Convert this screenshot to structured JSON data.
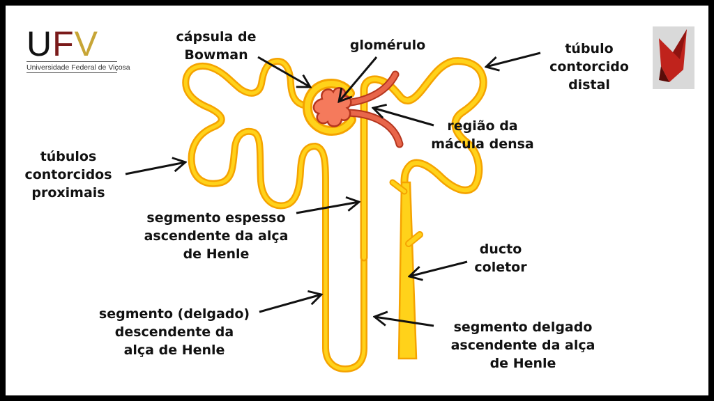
{
  "logo": {
    "u": "U",
    "f": "F",
    "v": "V",
    "subtitle": "Universidade Federal de Viçosa"
  },
  "colors": {
    "tubule_outer": "#F5A300",
    "tubule_inner": "#FFD21A",
    "vessel": "#E8664A",
    "vessel_edge": "#B5361F",
    "glomerulus": "#F57A5C",
    "u": "#111111",
    "f": "#7A1A1A",
    "v": "#C7A536"
  },
  "labels": {
    "bowman": [
      "cápsula de",
      "Bowman"
    ],
    "glomerulo": [
      "glomérulo"
    ],
    "distal": [
      "túbulo",
      "contorcido",
      "distal"
    ],
    "macula": [
      "região da",
      "mácula densa"
    ],
    "proximal": [
      "túbulos",
      "contorcidos",
      "proximais"
    ],
    "espesso": [
      "segmento espesso",
      "ascendente da alça",
      "de Henle"
    ],
    "ducto": [
      "ducto",
      "coletor"
    ],
    "descendente": [
      "segmento (delgado)",
      "descendente da",
      "alça de Henle"
    ],
    "asc_delgado": [
      "segmento delgado",
      "ascendente da alça",
      "de Henle"
    ]
  }
}
